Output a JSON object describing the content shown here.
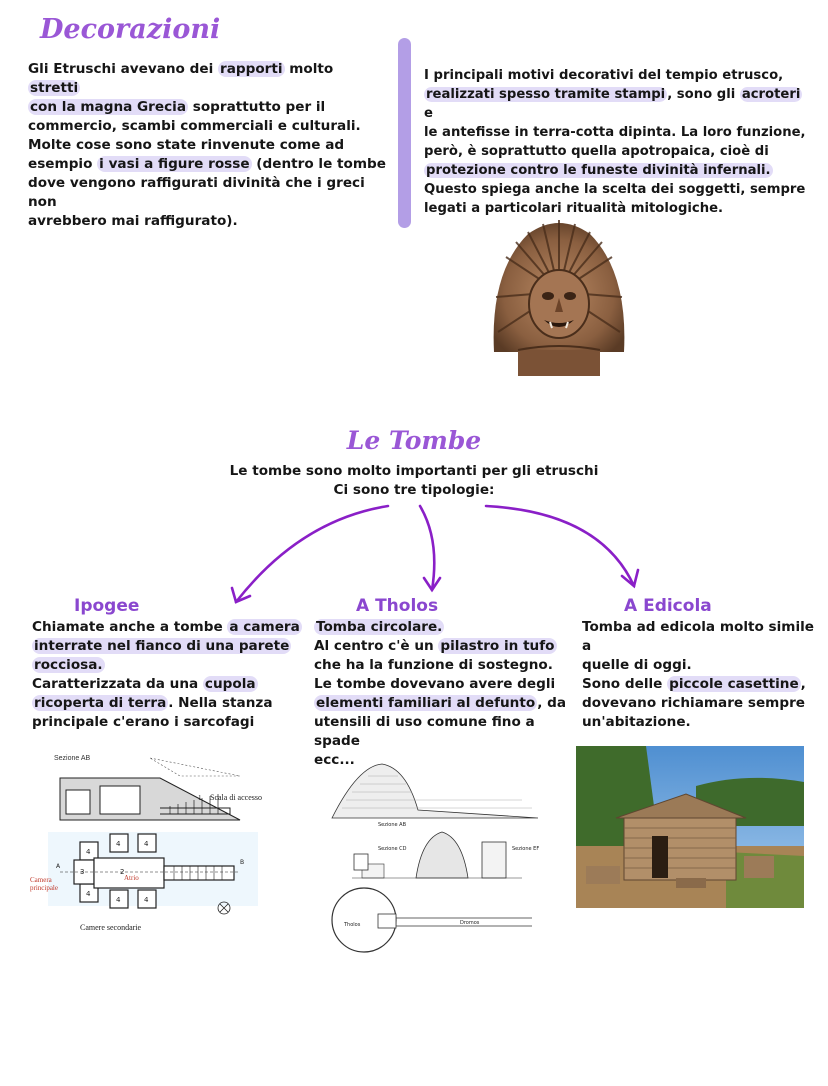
{
  "decorazioni": {
    "title": "Decorazioni",
    "left": {
      "l1_a": "Gli Etruschi avevano dei ",
      "l1_hl1": "rapporti",
      "l1_b": " molto ",
      "l1_hl2": "stretti",
      "l2_hl": "con la magna Grecia",
      "l2_b": " soprattutto per il",
      "l3": "commercio, scambi commerciali e culturali.",
      "l4": "Molte cose sono state rinvenute come ad",
      "l5_a": "esempio ",
      "l5_hl": "i vasi a figure rosse",
      "l5_b": " (dentro le tombe",
      "l6": "dove vengono raffigurati divinità che i greci non",
      "l7": "avrebbero mai raffigurato)."
    },
    "right": {
      "l1": "I principali motivi decorativi del tempio etrusco,",
      "l2_hl": "realizzati spesso tramite stampi",
      "l2_b": ", sono gli ",
      "l2_hl2": "acroteri",
      "l2_c": " e",
      "l3": "le antefisse in terra-cotta dipinta. La loro funzione,",
      "l4": "però, è soprattutto  quella apotropaica, cioè di",
      "l5_hl": "protezione contro le funeste divinità infernali.",
      "l6": "Questo spiega anche la scelta dei soggetti, sempre",
      "l7": "legati a particolari ritualità mitologiche."
    }
  },
  "tombe": {
    "title": "Le Tombe",
    "intro_1": "Le tombe sono molto importanti per gli etruschi",
    "intro_2": "Ci sono tre tipologie:",
    "ipogee": {
      "title": "Ipogee",
      "l1_a": "Chiamate anche a tombe ",
      "l1_hl": "a camera",
      "l2_hl": "interrate nel fianco di una parete",
      "l3_hl": "rocciosa.",
      "l4_a": "Caratterizzata da una ",
      "l4_hl": "cupola",
      "l5_hl": "ricoperta di terra",
      "l5_b": ". Nella stanza",
      "l6": "principale c'erano i sarcofagi",
      "fig": {
        "sezione": "Sezione AB",
        "scala": "Scala di accesso",
        "camera": "Camera",
        "principale": "principale",
        "atrio": "Atrio",
        "secondarie": "Camere secondarie",
        "a": "A",
        "b": "B",
        "n1": "1",
        "n2": "2",
        "n3": "3",
        "n4": "4"
      }
    },
    "tholos": {
      "title": "A Tholos",
      "l1_hl": "Tomba circolare.",
      "l2_a": "Al centro c'è un ",
      "l2_hl": "pilastro in tufo",
      "l3": "che ha la funzione di sostegno.",
      "l4": "Le tombe dovevano avere degli",
      "l5_hl": "elementi familiari al defunto",
      "l5_b": ", da",
      "l6": "utensili di uso comune fino a spade",
      "l7": "ecc...",
      "fig": {
        "sez_ab": "Sezione AB",
        "sez_cd": "Sezione CD",
        "sez_ef": "Sezione EF",
        "tholos": "Tholos",
        "dromos": "Dromos"
      }
    },
    "edicola": {
      "title": "A Edicola",
      "l1": "Tomba ad edicola molto simile a",
      "l2": "quelle di oggi.",
      "l3_a": "Sono delle ",
      "l3_hl": "piccole casettine",
      "l3_b": ",",
      "l4": "dovevano richiamare sempre",
      "l5": "un'abitazione."
    }
  },
  "colors": {
    "accent": "#8a47cf",
    "highlight": "#e2dcf7",
    "bar": "#b39ee6",
    "arrow": "#8a1fc7"
  }
}
